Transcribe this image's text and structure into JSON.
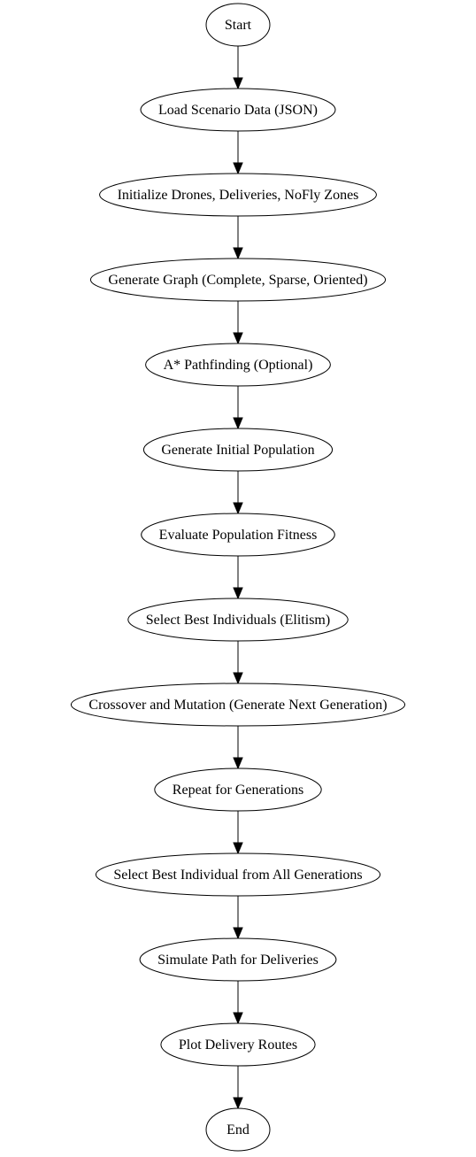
{
  "diagram": {
    "type": "flowchart",
    "direction": "top-to-bottom",
    "nodes": [
      {
        "id": "start",
        "label": "Start"
      },
      {
        "id": "load",
        "label": "Load Scenario Data (JSON)"
      },
      {
        "id": "init",
        "label": "Initialize Drones, Deliveries, NoFly Zones"
      },
      {
        "id": "graph",
        "label": "Generate Graph (Complete, Sparse, Oriented)"
      },
      {
        "id": "astar",
        "label": "A* Pathfinding (Optional)"
      },
      {
        "id": "population",
        "label": "Generate Initial Population"
      },
      {
        "id": "fitness",
        "label": "Evaluate Population Fitness"
      },
      {
        "id": "select",
        "label": "Select Best Individuals (Elitism)"
      },
      {
        "id": "crossover",
        "label": "Crossover and Mutation (Generate Next Generation)"
      },
      {
        "id": "repeat",
        "label": "Repeat for Generations"
      },
      {
        "id": "best",
        "label": "Select Best Individual from All Generations"
      },
      {
        "id": "simulate",
        "label": "Simulate Path for Deliveries"
      },
      {
        "id": "plot",
        "label": "Plot Delivery Routes"
      },
      {
        "id": "end",
        "label": "End"
      }
    ],
    "edges": [
      {
        "from": "start",
        "to": "load"
      },
      {
        "from": "load",
        "to": "init"
      },
      {
        "from": "init",
        "to": "graph"
      },
      {
        "from": "graph",
        "to": "astar"
      },
      {
        "from": "astar",
        "to": "population"
      },
      {
        "from": "population",
        "to": "fitness"
      },
      {
        "from": "fitness",
        "to": "select"
      },
      {
        "from": "select",
        "to": "crossover"
      },
      {
        "from": "crossover",
        "to": "repeat"
      },
      {
        "from": "repeat",
        "to": "best"
      },
      {
        "from": "best",
        "to": "simulate"
      },
      {
        "from": "simulate",
        "to": "plot"
      },
      {
        "from": "plot",
        "to": "end"
      }
    ]
  }
}
